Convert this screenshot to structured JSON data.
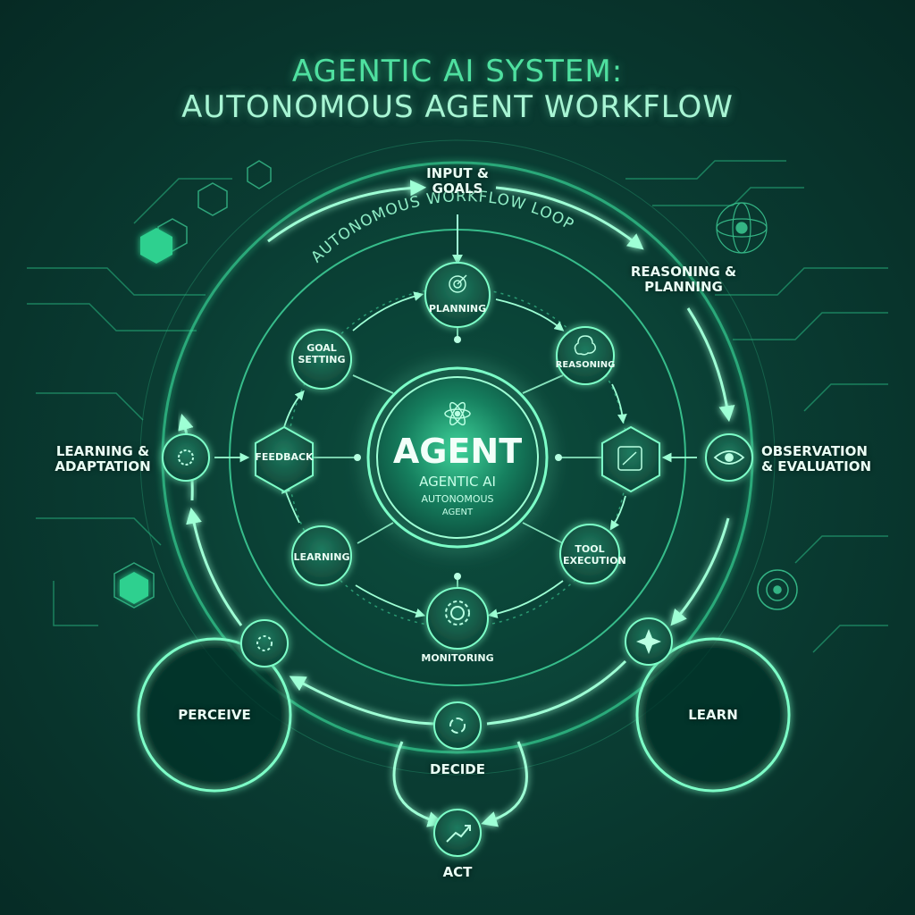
{
  "title": {
    "line1": "AGENTIC AI SYSTEM:",
    "line2": "AUTONOMOUS AGENT WORKFLOW"
  },
  "loop_label": "AUTONOMOUS WORKFLOW LOOP",
  "center": {
    "title": "AGENT",
    "subtitle": "AGENTIC AI",
    "line3": "AUTONOMOUS",
    "line4": "AGENT"
  },
  "outer_stages": {
    "input_goals": "INPUT & GOALS",
    "reasoning_planning": "REASONING & PLANNING",
    "observation_evaluation": "OBSERVATION & EVALUATION",
    "learning_adaptation": "LEARNING & ADAPTATION"
  },
  "inner_nodes": {
    "planning": "PLANNING",
    "reasoning": "REASONING",
    "tool_execution": "TOOL EXECUTION",
    "monitoring": "MONITORING",
    "learning": "LEARNING",
    "feedback": "FEEDBACK",
    "goal_setting": "GOAL SETTING"
  },
  "cycle": {
    "perceive": "PERCEIVE",
    "decide": "DECIDE",
    "act": "ACT",
    "learn": "LEARN"
  },
  "colors": {
    "accent": "#4fe0a0",
    "glow": "#7dffc8",
    "node_fill": "#0f4a3c",
    "background": "#0a3d33"
  }
}
